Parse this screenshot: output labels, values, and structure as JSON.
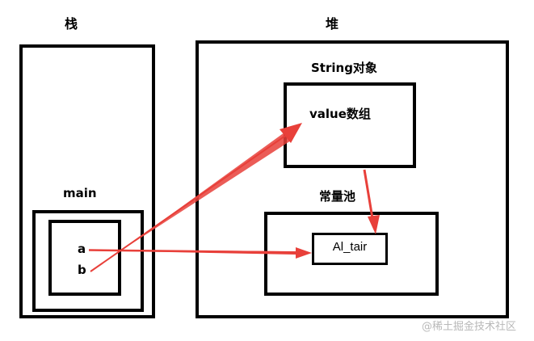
{
  "labels": {
    "stack": "栈",
    "heap": "堆",
    "string_object": "String对象",
    "value_array": "value数组",
    "main": "main",
    "var_a": "a",
    "var_b": "b",
    "constant_pool": "常量池",
    "pool_value": "Al_tair"
  },
  "watermark": "@稀土掘金技术社区",
  "colors": {
    "arrow": "#e8403a",
    "border": "#000000",
    "watermark": "#b8b8b8"
  }
}
